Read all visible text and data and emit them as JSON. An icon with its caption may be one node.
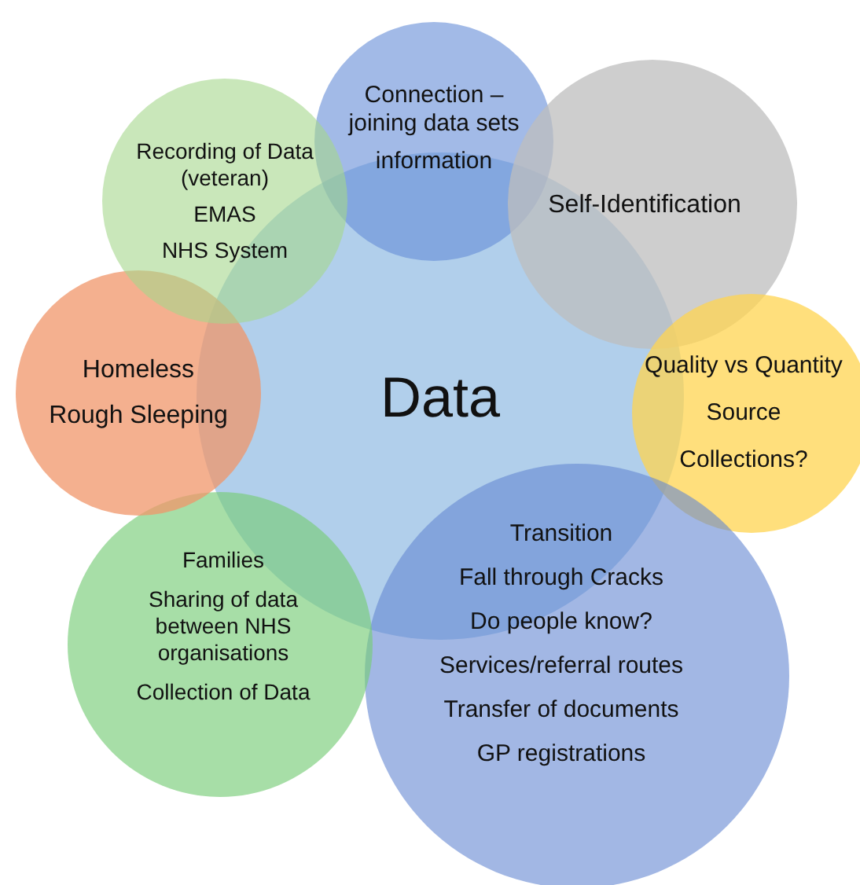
{
  "diagram": {
    "nodes": [
      {
        "text": [
          "Data"
        ]
      },
      {
        "text": [
          "Connection – joining data sets",
          "information"
        ]
      },
      {
        "text": [
          "Self-Identification"
        ]
      },
      {
        "text": [
          "Quality vs Quantity",
          "Source",
          "Collections?"
        ]
      },
      {
        "text": [
          "Transition",
          "Fall through Cracks",
          "Do people know?",
          "Services/referral routes",
          "Transfer of documents",
          "GP registrations"
        ]
      },
      {
        "text": [
          "Families",
          "Sharing of data between NHS organisations",
          "Collection of Data"
        ]
      },
      {
        "text": [
          "Homeless",
          "Rough Sleeping"
        ]
      },
      {
        "text": [
          "Recording of Data (veteran)",
          "EMAS",
          "NHS System"
        ]
      }
    ]
  }
}
